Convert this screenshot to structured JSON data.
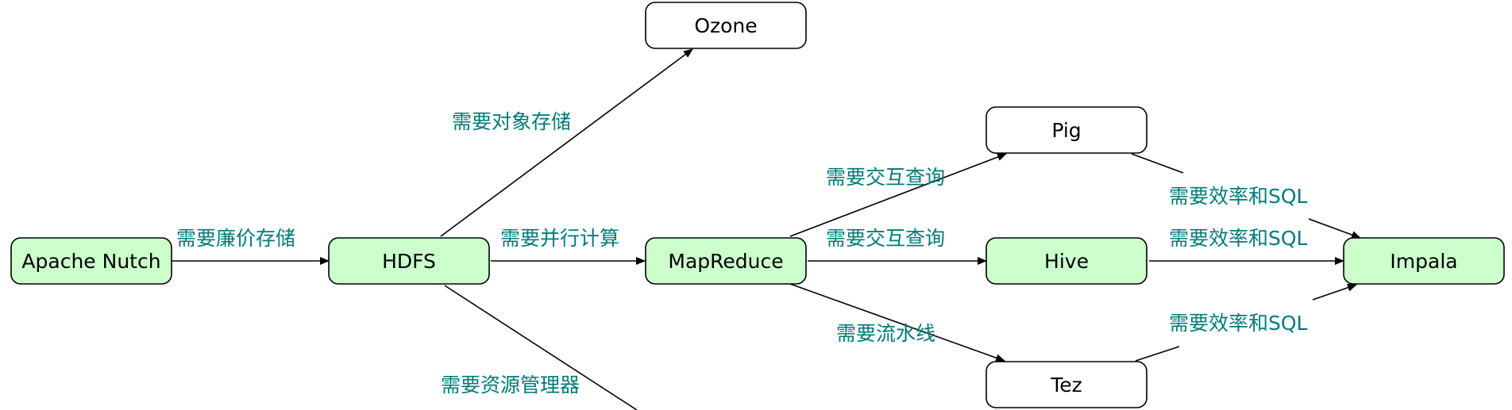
{
  "colors": {
    "highlight_fill": "#ccffcc",
    "plain_fill": "#ffffff",
    "stroke": "#000000",
    "label": "#007a7a"
  },
  "nodes": [
    {
      "id": "nutch",
      "label": "Apache Nutch",
      "highlight": true
    },
    {
      "id": "hdfs",
      "label": "HDFS",
      "highlight": true
    },
    {
      "id": "ozone",
      "label": "Ozone",
      "highlight": false
    },
    {
      "id": "mapreduce",
      "label": "MapReduce",
      "highlight": true
    },
    {
      "id": "pig",
      "label": "Pig",
      "highlight": false
    },
    {
      "id": "hive",
      "label": "Hive",
      "highlight": true
    },
    {
      "id": "tez",
      "label": "Tez",
      "highlight": false
    },
    {
      "id": "impala",
      "label": "Impala",
      "highlight": true
    }
  ],
  "edges": [
    {
      "from": "nutch",
      "to": "hdfs",
      "label": "需要廉价存储"
    },
    {
      "from": "hdfs",
      "to": "ozone",
      "label": "需要对象存储"
    },
    {
      "from": "hdfs",
      "to": "mapreduce",
      "label": "需要并行计算"
    },
    {
      "from": "hdfs",
      "to": "offscreen",
      "label": "需要资源管理器"
    },
    {
      "from": "mapreduce",
      "to": "pig",
      "label": "需要交互查询"
    },
    {
      "from": "mapreduce",
      "to": "hive",
      "label": "需要交互查询"
    },
    {
      "from": "mapreduce",
      "to": "tez",
      "label": "需要流水线"
    },
    {
      "from": "pig",
      "to": "impala",
      "label": "需要效率和SQL"
    },
    {
      "from": "hive",
      "to": "impala",
      "label": "需要效率和SQL"
    },
    {
      "from": "tez",
      "to": "impala",
      "label": "需要效率和SQL"
    }
  ]
}
